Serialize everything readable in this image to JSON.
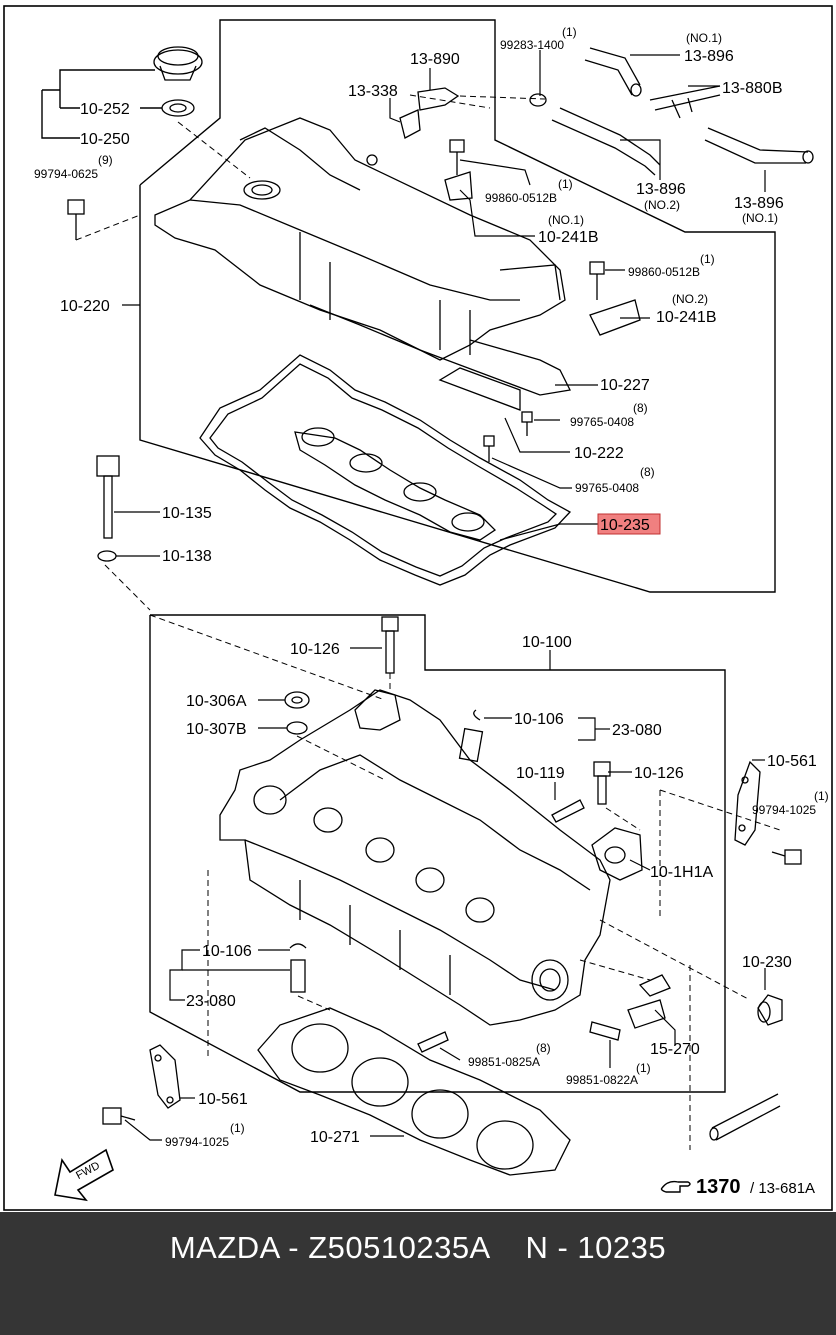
{
  "labels": {
    "l_10_252": "10-252",
    "l_10_250": "10-250",
    "l_9": "(9)",
    "l_99794_0625": "99794-0625",
    "l_13_338": "13-338",
    "l_13_890": "13-890",
    "l_1a": "(1)",
    "l_99283_1400": "99283-1400",
    "l_no1a": "(NO.1)",
    "l_13_896a": "13-896",
    "l_13_880b": "13-880B",
    "l_13_896b": "13-896",
    "l_no2a": "(NO.2)",
    "l_13_896c": "13-896",
    "l_no1b": "(NO.1)",
    "l_1b": "(1)",
    "l_99860_0512b_a": "99860-0512B",
    "l_no1c": "(NO.1)",
    "l_10_241b_a": "10-241B",
    "l_1c": "(1)",
    "l_99860_0512b_b": "99860-0512B",
    "l_no2b": "(NO.2)",
    "l_10_241b_b": "10-241B",
    "l_10_220": "10-220",
    "l_10_227": "10-227",
    "l_8a": "(8)",
    "l_99765_0408a": "99765-0408",
    "l_10_222": "10-222",
    "l_8b": "(8)",
    "l_99765_0408b": "99765-0408",
    "l_10_135": "10-135",
    "l_10_235": "10-235",
    "l_10_138": "10-138",
    "l_10_126a": "10-126",
    "l_10_100": "10-100",
    "l_10_306a": "10-306A",
    "l_10_307b": "10-307B",
    "l_10_106a": "10-106",
    "l_23_080a": "23-080",
    "l_10_119": "10-119",
    "l_10_126b": "10-126",
    "l_10_561a": "10-561",
    "l_1d": "(1)",
    "l_99794_1025a": "99794-1025",
    "l_10_1h1a": "10-1H1A",
    "l_10_106b": "10-106",
    "l_23_080b": "23-080",
    "l_10_230": "10-230",
    "l_15_270": "15-270",
    "l_8c": "(8)",
    "l_99851_0825a": "99851-0825A",
    "l_1e": "(1)",
    "l_99851_0822a": "99851-0822A",
    "l_10_561b": "10-561",
    "l_1f": "(1)",
    "l_99794_1025b": "99794-1025",
    "l_10_271": "10-271",
    "l_fwd": "FWD",
    "l_1370": "1370",
    "l_13_681a": "/ 13-681A"
  },
  "highlight_color": "#f08080",
  "footer": {
    "text": "MAZDA - Z50510235A    N - 10235"
  }
}
